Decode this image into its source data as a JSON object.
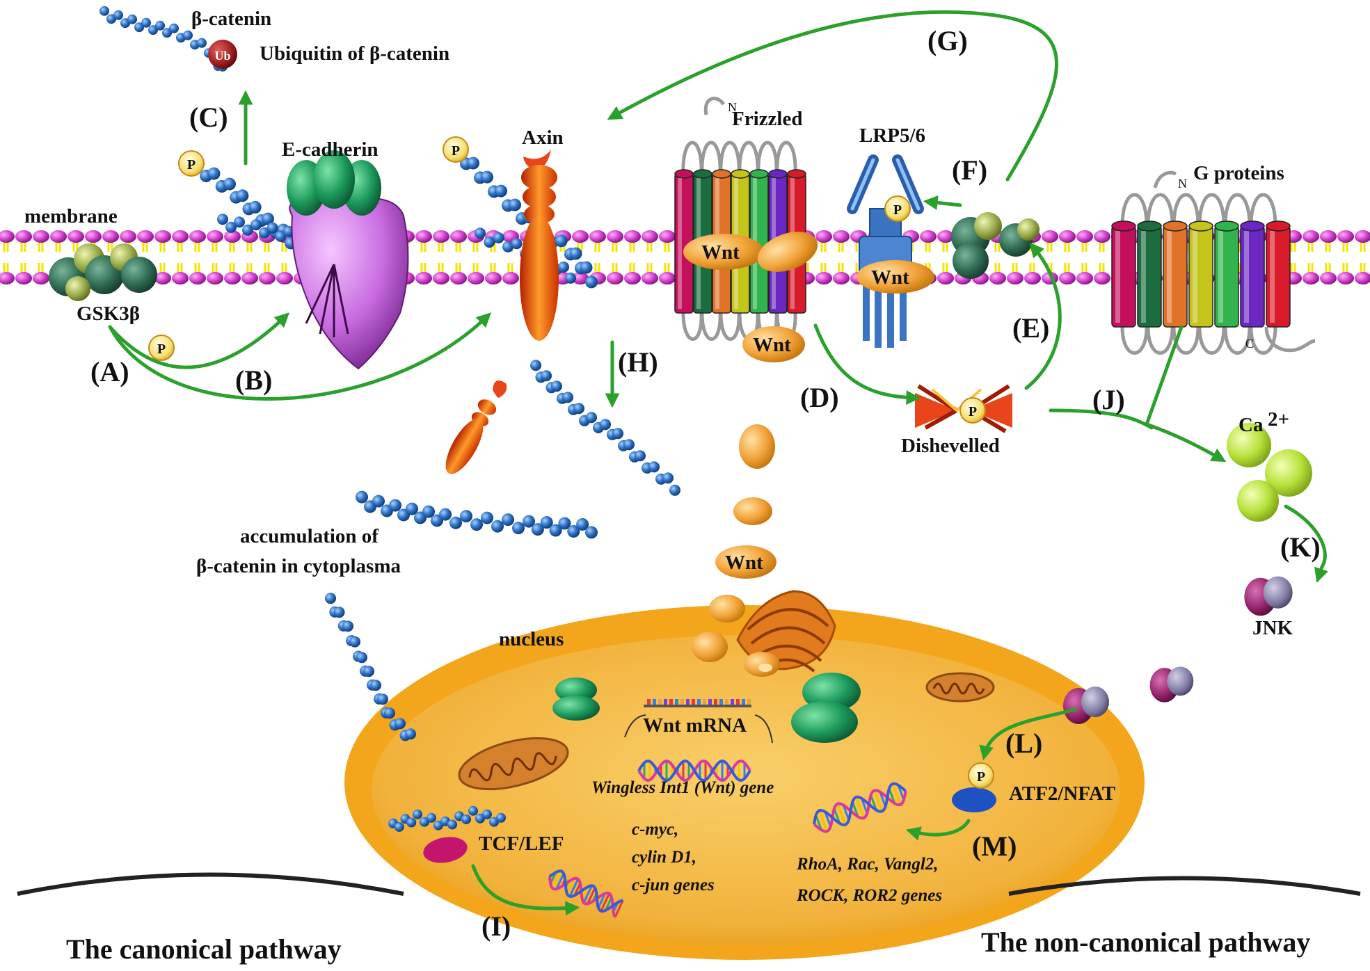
{
  "labels": {
    "beta_catenin": "β-catenin",
    "ubiquitin": "Ubiquitin of β-catenin",
    "ub_badge": "Ub",
    "e_cadherin": "E-cadherin",
    "membrane": "membrane",
    "gsk3b": "GSK3β",
    "axin": "Axin",
    "frizzled": "Frizzled",
    "lrp": "LRP5/6",
    "g_proteins": "G proteins",
    "wnt": "Wnt",
    "dishevelled": "Dishevelled",
    "calcium": "Ca",
    "calcium_charge": "2+",
    "jnk": "JNK",
    "accumulation_line1": "accumulation of",
    "accumulation_line2": "β-catenin in cytoplasma",
    "nucleus": "nucleus",
    "wnt_mrna": "Wnt mRNA",
    "wnt_gene": "Wingless Int1 (Wnt) gene",
    "tcf_lef": "TCF/LEF",
    "canon_genes_1": "c-myc,",
    "canon_genes_2": "cylin D1,",
    "canon_genes_3": "c-jun genes",
    "atf2_nfat": "ATF2/NFAT",
    "noncanon_genes_1": "RhoA, Rac, Vangl2,",
    "noncanon_genes_2": "ROCK, ROR2 genes",
    "p": "P",
    "n_terminus": "N",
    "c_terminus": "C"
  },
  "step_letters": {
    "A": "(A)",
    "B": "(B)",
    "C": "(C)",
    "D": "(D)",
    "E": "(E)",
    "F": "(F)",
    "G": "(G)",
    "H": "(H)",
    "I": "(I)",
    "J": "(J)",
    "K": "(K)",
    "L": "(L)",
    "M": "(M)"
  },
  "pathways": {
    "canonical": "The canonical pathway",
    "non_canonical": "The non-canonical pathway"
  },
  "colors": {
    "arrow": "#2ca02c",
    "membrane_head": "#d43fd0",
    "membrane_tail": "#f2e600",
    "nucleus_outer": "#f3a61b",
    "nucleus_inner": "#f5bd43",
    "beta_catenin": "#2f73c8",
    "ubiquitin": "#9b1b1b",
    "calcium": "#b6e13a",
    "wnt": "#f2a33a"
  }
}
